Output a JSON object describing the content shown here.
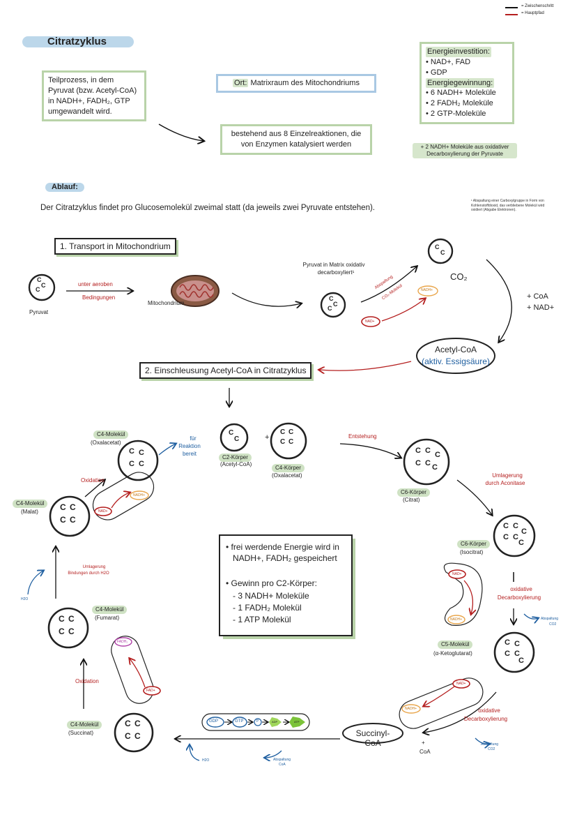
{
  "legend": {
    "intermediate": "= Zwischenschritt",
    "main_path": "= Hauptpfad"
  },
  "title": "Citratzyklus",
  "intro": {
    "teilprozess": "Teilprozess, in dem Pyruvat (bzw. Acetyl-CoA) in NADH+, FADH₂, GTP umgewandelt wird.",
    "ort_label": "Ort:",
    "ort_text": "Matrixraum des Mitochondriums",
    "bestehend": "bestehend aus 8 Einzelreaktionen, die von Enzymen katalysiert werden"
  },
  "energy": {
    "invest_title": "Energieinvestition:",
    "invest": [
      "• NAD+, FAD",
      "• GDP"
    ],
    "gain_title": "Energiegewinnung:",
    "gain": [
      "• 6 NADH+ Moleküle",
      "• 2 FADH₂ Moleküle",
      "• 2 GTP-Moleküle"
    ],
    "note": "+ 2 NADH+ Moleküle aus oxidativer Decarboxylierung der Pyruvate"
  },
  "ablauf": {
    "label": "Ablauf:",
    "text": "Der Citratzyklus findet pro Glucosemolekül zweimal statt (da jeweils zwei Pyruvate entstehen).",
    "footnote": "¹ Abspaltung einer Carboxylgruppe in Form von Kohlenstoffdioxid, das verbliebene Molekül wird oxidiert (Abgabe Elektronen)."
  },
  "step1": {
    "title": "1. Transport in Mitochondrium",
    "pyruvat": "Pyruvat",
    "cond1": "unter aeroben",
    "cond2": "Bedingungen",
    "mito": "Mitochondrium",
    "oxid1": "Pyruvat in Matrix oxidativ",
    "oxid2": "decarboxyliert¹",
    "abspaltung": "Abspaltung",
    "co2_molekul": "CO₂-Molekül",
    "nadh": "NADH+",
    "nad": "NAD+",
    "co2": "CO₂",
    "plus_coa": "+ CoA",
    "plus_nad": "+ NAD+",
    "acetyl": "Acetyl-CoA",
    "acetyl_sub": "(aktiv. Essigsäure)"
  },
  "step2": {
    "title": "2. Einschleusung Acetyl-CoA in Citratzyklus"
  },
  "cycle": {
    "c4_oxal_label": "C4-Molekül",
    "c4_oxal_sub": "(Oxalacetat)",
    "fuer": "für",
    "reaktion": "Reaktion",
    "bereit": "bereit",
    "c2_label": "C2-Körper",
    "c2_sub": "(Acetyl-CoA)",
    "plus": "+",
    "c4k_label": "C4-Körper",
    "c4k_sub": "(Oxalacetat)",
    "entstehung": "Entstehung",
    "c6_citrat_label": "C6-Körper",
    "c6_citrat_sub": "(Citrat)",
    "umlagerung": "Umlagerung",
    "durch_aconitase": "durch Aconitase",
    "c6_iso_label": "C6-Körper",
    "c6_iso_sub": "(Isocitrat)",
    "oxdecarb1": "oxidative",
    "oxdecarb2": "Decarboxylierung",
    "abspaltung_co2_1": "Abspaltung",
    "abspaltung_co2_2": "CO2",
    "c5_label": "C5-Molekül",
    "c5_sub": "(α-Ketoglutarat)",
    "succinyl": "Succinyl-CoA",
    "plus_coa": "+",
    "coa": "CoA",
    "abspaltung_coa_1": "Abspaltung",
    "abspaltung_coa_2": "CoA",
    "gdp": "GDP",
    "gtp": "GTP",
    "p": "P",
    "adp": "ADP",
    "atp": "ATP",
    "h2o": "H2O",
    "succ_label": "C4-Molekül",
    "succ_sub": "(Succinat)",
    "oxidation": "Oxidation",
    "fad": "FAD+",
    "fadh2": "FADH₂",
    "fum_label": "C4-Molekül",
    "fum_sub": "(Fumarat)",
    "umlag_h2o1": "Umlagerung",
    "umlag_h2o2": "Bindungen durch H2O",
    "malat_label": "C4-Molekül",
    "malat_sub": "(Malat)",
    "nad": "NAD+",
    "nadh": "NADH+",
    "c": "C"
  },
  "summary": {
    "line1": "• frei werdende Energie wird in",
    "line2": "NADH+, FADH₂ gespeichert",
    "line3": "• Gewinn pro C2-Körper:",
    "items": [
      "- 3 NADH+ Moleküle",
      "- 1 FADH₂ Molekül",
      "- 1 ATP Molekül"
    ]
  }
}
